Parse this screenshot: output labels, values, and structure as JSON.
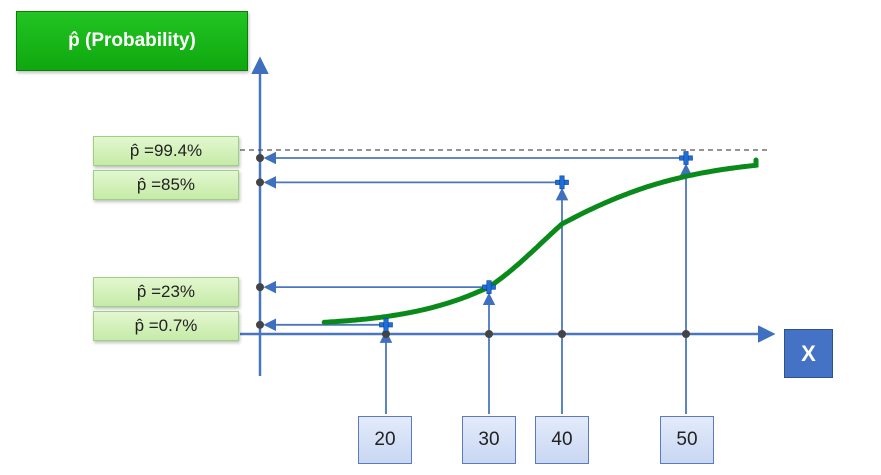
{
  "chart_data": {
    "type": "line",
    "title": "",
    "ylabel": "p̂ (Probability)",
    "xlabel": "X",
    "curve": "logistic",
    "highlighted_points": [
      {
        "x": 20,
        "y": 0.7,
        "label": "20",
        "p_label": "p̂ =0.7%"
      },
      {
        "x": 30,
        "y": 23,
        "label": "30",
        "p_label": "p̂ =23%"
      },
      {
        "x": 40,
        "y": 85,
        "label": "40",
        "p_label": "p̂ =85%"
      },
      {
        "x": 50,
        "y": 99.4,
        "label": "50",
        "p_label": "p̂ =99.4%"
      }
    ],
    "asymptote_dashed": true,
    "colors": {
      "curve": "#0a8a1a",
      "axes": "#4a76c0",
      "markers": "#1e6fd9"
    }
  }
}
